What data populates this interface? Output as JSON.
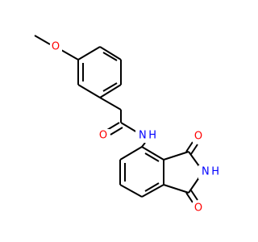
{
  "molecule": {
    "atoms": {
      "methoxy_oxygen": "O",
      "amide_oxygen": "O",
      "amide_nitrogen": "N H",
      "imide_nitrogen": "N H",
      "imide_oxygen_top": "O",
      "imide_oxygen_bottom": "O"
    },
    "colors": {
      "bond": "#000000",
      "oxygen": "#ff0000",
      "nitrogen": "#0000ff",
      "background": "#ffffff"
    }
  }
}
